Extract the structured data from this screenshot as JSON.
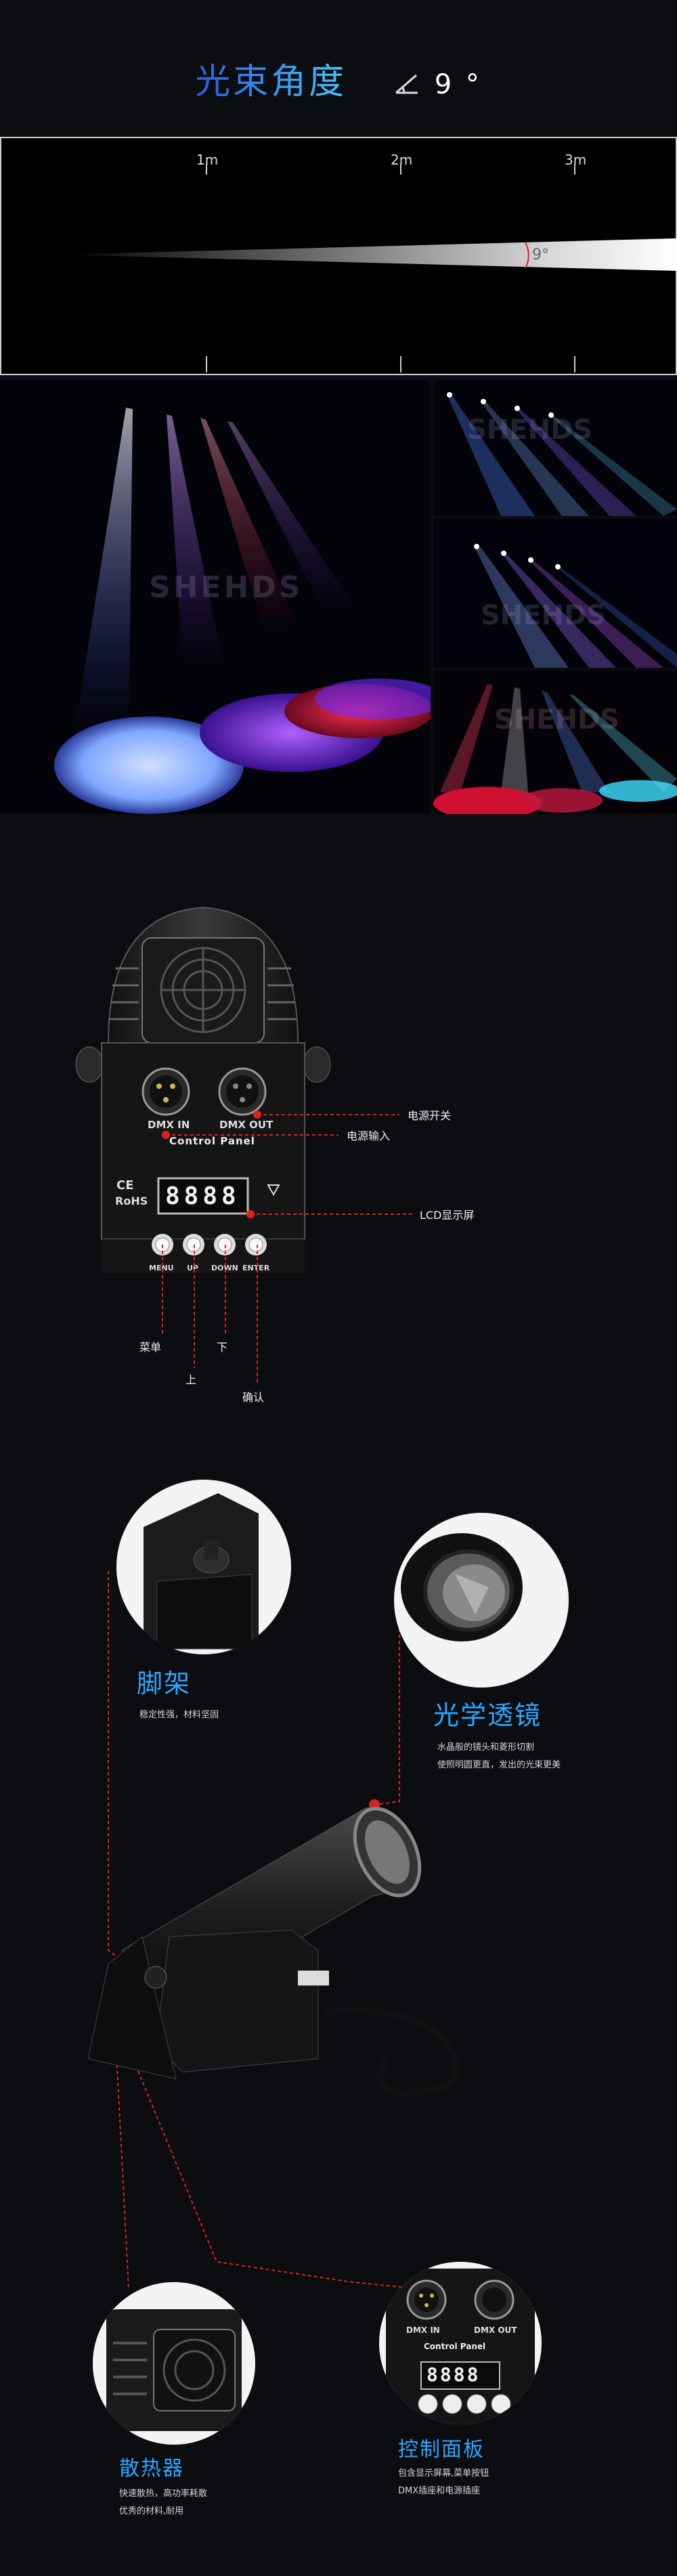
{
  "header": {
    "title": "光束角度",
    "angle_value": "9 °"
  },
  "beam_diagram": {
    "distance_labels": [
      "1m",
      "2m",
      "3m"
    ],
    "angle_label": "9°"
  },
  "photos": {
    "watermark": "SHEHDS"
  },
  "control_panel": {
    "dmx_in_label": "DMX IN",
    "dmx_out_label": "DMX OUT",
    "panel_title": "Control Panel",
    "lcd_digits": "8888",
    "cert_marks": "CE",
    "rohs_label": "RoHS",
    "button_labels": [
      "MENU",
      "UP",
      "DOWN",
      "ENTER"
    ],
    "callouts": {
      "power_switch": "电源开关",
      "power_input": "电源输入",
      "lcd_display": "LCD显示屏",
      "menu": "菜单",
      "up": "上",
      "down": "下",
      "confirm": "确认"
    }
  },
  "features": {
    "bracket": {
      "title": "脚架",
      "desc": "稳定性强，材料坚固"
    },
    "optical_lens": {
      "title": "光学透镜",
      "desc_lines": [
        "水晶般的镜头和菱形切割",
        "使照明圆更直，发出的光束更美"
      ]
    },
    "heat_sink": {
      "title": "散热器",
      "desc_lines": [
        "快速散热，高功率耗散",
        "优秀的材料,耐用"
      ]
    },
    "control_panel": {
      "title": "控制面板",
      "desc_lines": [
        "包含显示屏幕,菜单按钮",
        "DMX插座和电源插座"
      ]
    }
  },
  "colors": {
    "accent_blue": "#2aa6ff",
    "callout_red": "#e02020",
    "background": "#0b0d10"
  }
}
